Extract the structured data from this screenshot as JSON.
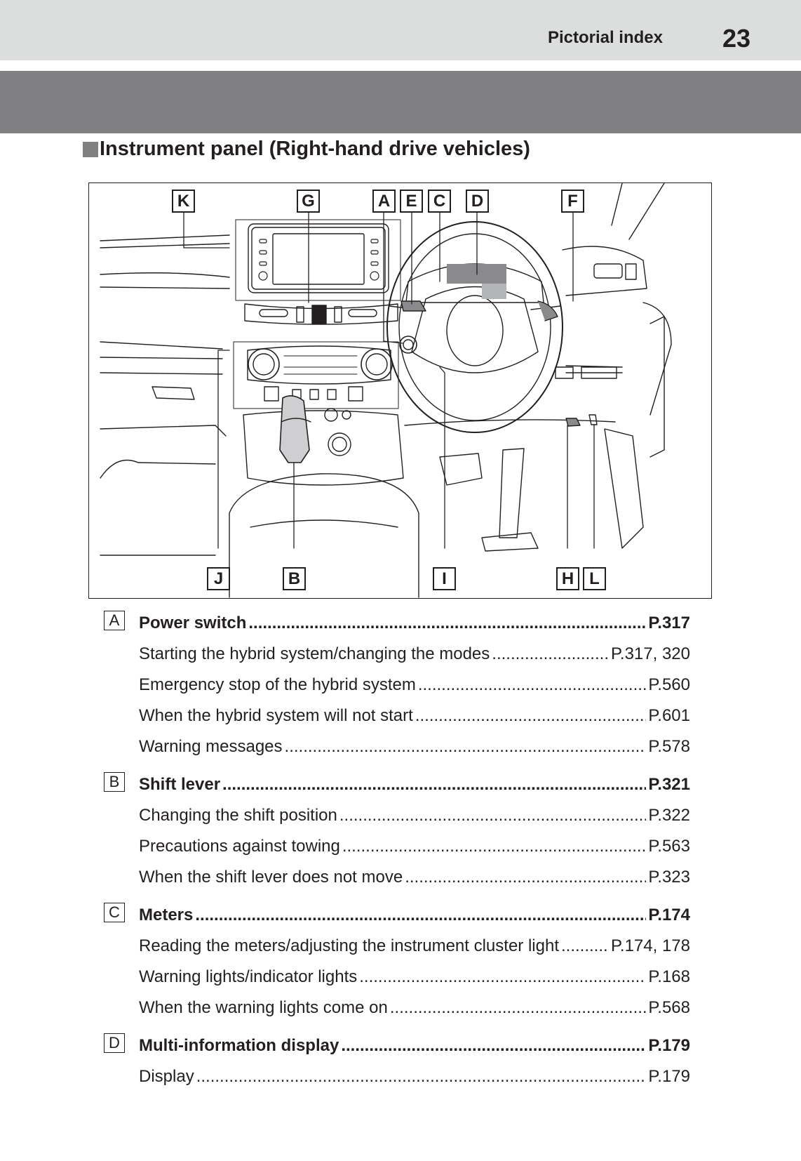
{
  "header": {
    "section_label": "Pictorial index",
    "page_number": "23"
  },
  "heading": "Instrument panel (Right-hand drive vehicles)",
  "figure": {
    "callouts": [
      "K",
      "G",
      "A",
      "E",
      "C",
      "D",
      "F",
      "J",
      "B",
      "I",
      "H",
      "L"
    ]
  },
  "entries": [
    {
      "letter": "A",
      "title": "Power switch",
      "page": "P.317",
      "items": [
        {
          "label": "Starting the hybrid system/changing the modes",
          "page": "P.317, 320"
        },
        {
          "label": "Emergency stop of the hybrid system",
          "page": "P.560"
        },
        {
          "label": "When the hybrid system will not start",
          "page": "P.601"
        },
        {
          "label": "Warning messages",
          "page": "P.578"
        }
      ]
    },
    {
      "letter": "B",
      "title": "Shift lever",
      "page": "P.321",
      "items": [
        {
          "label": "Changing the shift position",
          "page": "P.322"
        },
        {
          "label": "Precautions against towing",
          "page": "P.563"
        },
        {
          "label": "When the shift lever does not move",
          "page": "P.323"
        }
      ]
    },
    {
      "letter": "C",
      "title": "Meters",
      "page": "P.174",
      "items": [
        {
          "label": "Reading the meters/adjusting the instrument cluster light",
          "page": "P.174, 178"
        },
        {
          "label": "Warning lights/indicator lights",
          "page": "P.168"
        },
        {
          "label": "When the warning lights come on",
          "page": "P.568"
        }
      ]
    },
    {
      "letter": "D",
      "title": "Multi-information display",
      "page": "P.179",
      "items": [
        {
          "label": "Display",
          "page": "P.179"
        }
      ]
    }
  ]
}
